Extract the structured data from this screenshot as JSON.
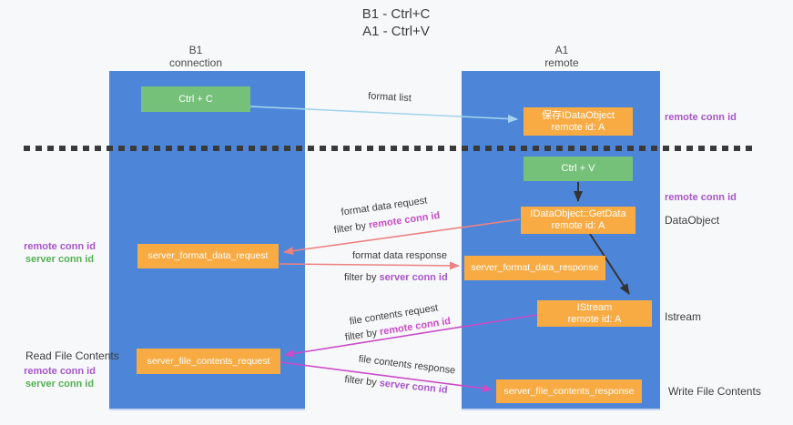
{
  "title": {
    "line1": "B1 - Ctrl+C",
    "line2": "A1 - Ctrl+V"
  },
  "columns": {
    "left": {
      "header_line1": "B1",
      "header_line2": "connection"
    },
    "right": {
      "header_line1": "A1",
      "header_line2": "remote"
    }
  },
  "boxes": {
    "ctrl_c": {
      "label": "Ctrl + C"
    },
    "ctrl_v": {
      "label": "Ctrl + V"
    },
    "save_dataobject": {
      "line1": "保存IDataObject",
      "line2": "remote id: A"
    },
    "getdata": {
      "line1": "IDataObject::GetData",
      "line2": "remote id: A"
    },
    "istream": {
      "line1": "IStream",
      "line2": "remote id: A"
    },
    "format_request": {
      "label": "server_format_data_request"
    },
    "format_response": {
      "label": "server_format_data_response"
    },
    "file_request": {
      "label": "server_file_contents_request"
    },
    "file_response": {
      "label": "server_file_contents_response"
    }
  },
  "side_labels": {
    "right_remote_conn_id_1": "remote conn id",
    "right_remote_conn_id_2": "remote conn id",
    "dataobject": "DataObject",
    "istream": "Istream",
    "write_file_contents": "Write File Contents",
    "left_remote_conn_id_1": "remote conn id",
    "left_server_conn_id_1": "server conn id",
    "read_file_contents": "Read File Contents",
    "left_remote_conn_id_2": "remote conn id",
    "left_server_conn_id_2": "server conn id"
  },
  "arrow_labels": {
    "format_list": "format list",
    "format_data_request": "format data request",
    "filter_by_1_prefix": "filter by ",
    "filter_by_1_value": "remote conn id",
    "format_data_response": "format data response",
    "filter_by_2_prefix": "filter by ",
    "filter_by_2_value": "server conn id",
    "file_contents_request": "file contents request",
    "filter_by_3_prefix": "filter by ",
    "filter_by_3_value": "remote conn id",
    "file_contents_response": "file contents response",
    "filter_by_4_prefix": "filter by ",
    "filter_by_4_value": "server conn id"
  },
  "colors": {
    "bg": "#f7f8f9",
    "column_blue": "#4d86d8",
    "box_green": "#76c17a",
    "box_orange": "#f8ab43",
    "purple": "#a855cc",
    "green_label": "#53b153",
    "magenta": "#cb4bc8",
    "salmon": "#ec8282",
    "light_blue": "#a6d4f0",
    "black_arrow": "#333333",
    "dark_text": "#3d3d3d"
  }
}
